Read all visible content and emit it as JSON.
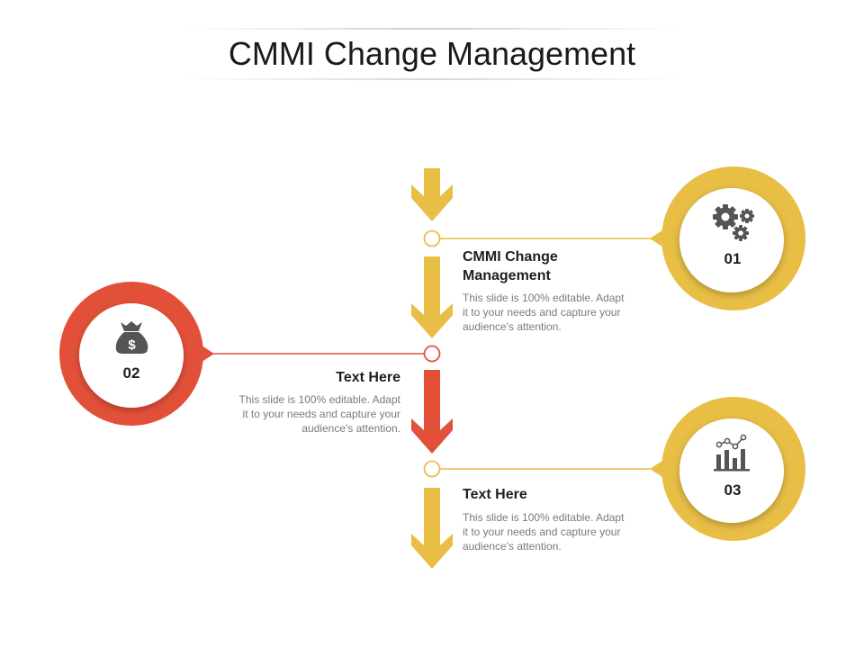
{
  "title": "CMMI Change Management",
  "colors": {
    "yellow": "#E8BE45",
    "red": "#E3503A",
    "icon": "#555555"
  },
  "items": [
    {
      "number": "01",
      "heading_line1": "CMMI Change",
      "heading_line2": "Management",
      "body_lines": [
        "This slide is 100% editable. Adapt",
        "it to your needs and capture your",
        "audience's attention."
      ],
      "icon": "gears-icon",
      "color": "yellow"
    },
    {
      "number": "02",
      "heading_line1": "Text Here",
      "body_lines": [
        "This slide is 100% editable. Adapt",
        "it to your needs and capture your",
        "audience's attention."
      ],
      "icon": "money-bag-icon",
      "color": "red"
    },
    {
      "number": "03",
      "heading_line1": "Text Here",
      "body_lines": [
        "This slide is 100% editable. Adapt",
        "it to your needs and capture your",
        "audience's attention."
      ],
      "icon": "bar-chart-icon",
      "color": "yellow"
    }
  ]
}
